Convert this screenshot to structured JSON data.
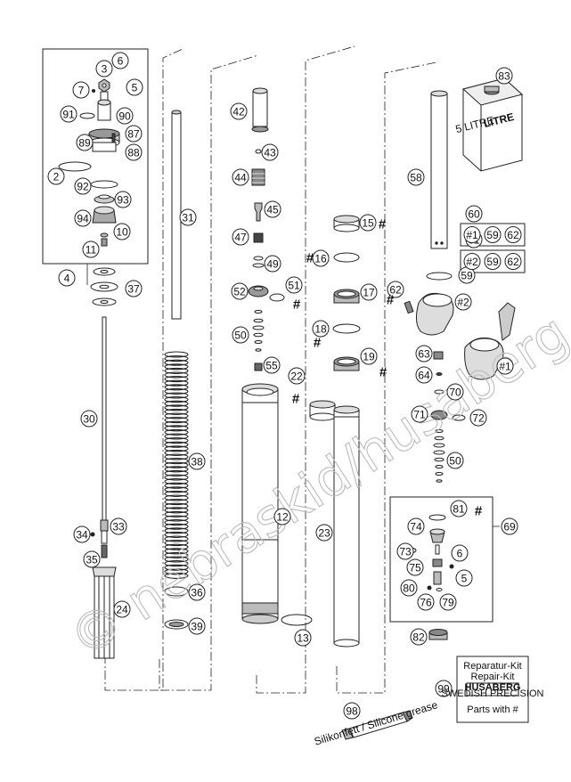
{
  "watermark": "© nebraskid/husaberg.cz",
  "callouts": [
    {
      "id": "c6a",
      "text": "6"
    },
    {
      "id": "c3",
      "text": "3"
    },
    {
      "id": "c5a",
      "text": "5"
    },
    {
      "id": "c7",
      "text": "7"
    },
    {
      "id": "c91",
      "text": "91"
    },
    {
      "id": "c90",
      "text": "90"
    },
    {
      "id": "c87",
      "text": "87"
    },
    {
      "id": "c89",
      "text": "89"
    },
    {
      "id": "c88",
      "text": "88"
    },
    {
      "id": "c2",
      "text": "2"
    },
    {
      "id": "c92",
      "text": "92"
    },
    {
      "id": "c93",
      "text": "93"
    },
    {
      "id": "c94",
      "text": "94"
    },
    {
      "id": "c10",
      "text": "10"
    },
    {
      "id": "c11",
      "text": "11"
    },
    {
      "id": "c4",
      "text": "4"
    },
    {
      "id": "c37",
      "text": "37"
    },
    {
      "id": "c30",
      "text": "30"
    },
    {
      "id": "c34",
      "text": "34"
    },
    {
      "id": "c33",
      "text": "33"
    },
    {
      "id": "c35",
      "text": "35"
    },
    {
      "id": "c24",
      "text": "24"
    },
    {
      "id": "c31",
      "text": "31"
    },
    {
      "id": "c38",
      "text": "38"
    },
    {
      "id": "c36",
      "text": "36"
    },
    {
      "id": "c39",
      "text": "39"
    },
    {
      "id": "c42",
      "text": "42"
    },
    {
      "id": "c43",
      "text": "43"
    },
    {
      "id": "c44",
      "text": "44"
    },
    {
      "id": "c45",
      "text": "45"
    },
    {
      "id": "c47",
      "text": "47"
    },
    {
      "id": "c49",
      "text": "49"
    },
    {
      "id": "c52",
      "text": "52"
    },
    {
      "id": "c51",
      "text": "51"
    },
    {
      "id": "c50a",
      "text": "50"
    },
    {
      "id": "c55",
      "text": "55"
    },
    {
      "id": "c22",
      "text": "22"
    },
    {
      "id": "c12",
      "text": "12"
    },
    {
      "id": "c13",
      "text": "13"
    },
    {
      "id": "c15",
      "text": "15"
    },
    {
      "id": "c16",
      "text": "16"
    },
    {
      "id": "c17",
      "text": "17"
    },
    {
      "id": "c18",
      "text": "18"
    },
    {
      "id": "c19",
      "text": "19"
    },
    {
      "id": "c23",
      "text": "23"
    },
    {
      "id": "c83",
      "text": "83"
    },
    {
      "id": "c58",
      "text": "58"
    },
    {
      "id": "c60",
      "text": "60"
    },
    {
      "id": "c61",
      "text": "61"
    },
    {
      "id": "c59a",
      "text": "59"
    },
    {
      "id": "c62a",
      "text": "62"
    },
    {
      "id": "c63",
      "text": "63"
    },
    {
      "id": "c64",
      "text": "64"
    },
    {
      "id": "c70",
      "text": "70"
    },
    {
      "id": "c71",
      "text": "71"
    },
    {
      "id": "c72",
      "text": "72"
    },
    {
      "id": "c50b",
      "text": "50"
    },
    {
      "id": "c81",
      "text": "81"
    },
    {
      "id": "c69",
      "text": "69"
    },
    {
      "id": "c74",
      "text": "74"
    },
    {
      "id": "c73",
      "text": "73"
    },
    {
      "id": "c6b",
      "text": "6"
    },
    {
      "id": "c75",
      "text": "75"
    },
    {
      "id": "c5b",
      "text": "5"
    },
    {
      "id": "c80",
      "text": "80"
    },
    {
      "id": "c76",
      "text": "76"
    },
    {
      "id": "c79",
      "text": "79"
    },
    {
      "id": "c82",
      "text": "82"
    },
    {
      "id": "c98",
      "text": "98"
    },
    {
      "id": "c99",
      "text": "99"
    },
    {
      "id": "cH2",
      "text": "#2"
    },
    {
      "id": "cH1",
      "text": "#1"
    }
  ],
  "kit_boxes": [
    {
      "id": "k60",
      "items": [
        "#1",
        "59",
        "62"
      ]
    },
    {
      "id": "k61",
      "items": [
        "#2",
        "59",
        "62"
      ]
    }
  ],
  "hash_marks": {
    "symbol": "#"
  },
  "oil_can": {
    "label": "LITRE",
    "sublabel": "5 LITRE"
  },
  "grease_tube": {
    "label": "Silikonfett / Silicone grease"
  },
  "repair_kit": {
    "line1": "Reparatur-Kit",
    "line2": "Repair-Kit",
    "brand": "HUSABERG",
    "brand_sub": "SWEDISH PRECISION",
    "line3": "Parts with #"
  }
}
